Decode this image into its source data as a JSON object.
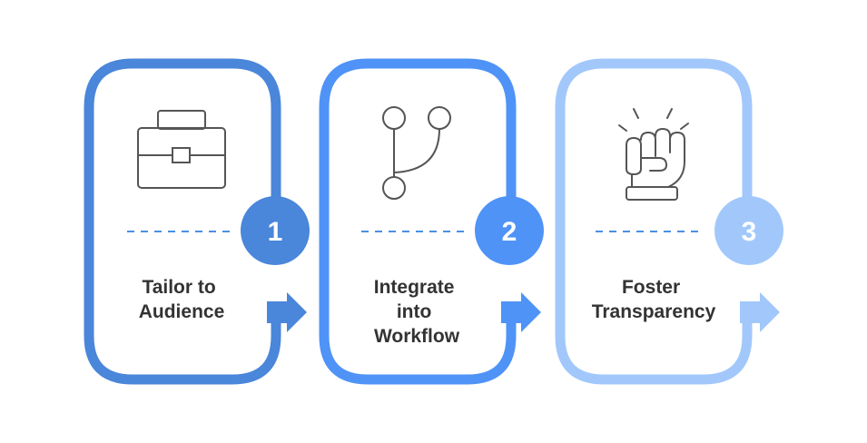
{
  "steps": [
    {
      "number": "1",
      "label_lines": [
        "Tailor to",
        "Audience"
      ],
      "icon": "briefcase-icon",
      "color": "#4A86DA"
    },
    {
      "number": "2",
      "label_lines": [
        "Integrate",
        "into",
        "Workflow"
      ],
      "icon": "branch-icon",
      "color": "#4F93F7"
    },
    {
      "number": "3",
      "label_lines": [
        "Foster",
        "Transparency"
      ],
      "icon": "raised-fist-icon",
      "color": "#A2C8FB"
    }
  ],
  "icon_line_color": "#555555",
  "divider_color": "#4A90E2"
}
